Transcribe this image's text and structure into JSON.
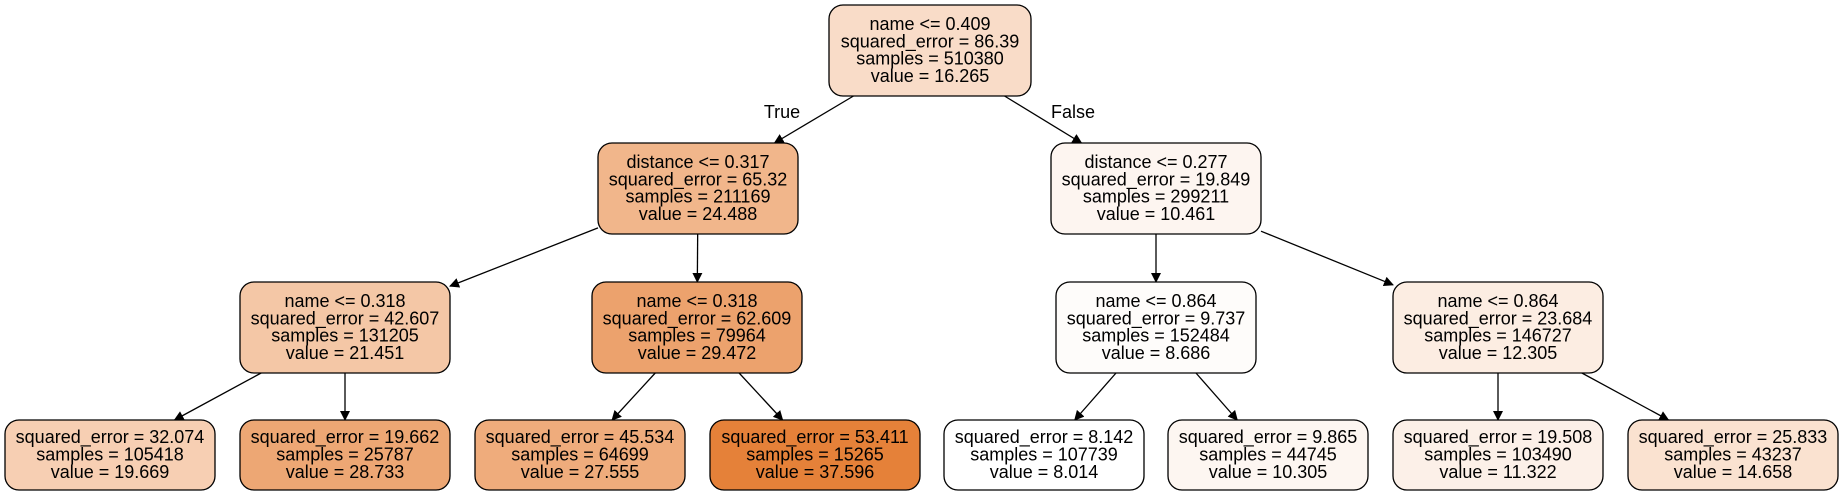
{
  "edge_labels": {
    "true_label": "True",
    "false_label": "False"
  },
  "nodes": [
    {
      "id": "n0",
      "lines": [
        "name <= 0.409",
        "squared_error = 86.39",
        "samples = 510380",
        "value = 16.265"
      ],
      "fill": "#f9dcc8"
    },
    {
      "id": "n1",
      "lines": [
        "distance <= 0.317",
        "squared_error = 65.32",
        "samples = 211169",
        "value = 24.488"
      ],
      "fill": "#f1b68b"
    },
    {
      "id": "n2",
      "lines": [
        "distance <= 0.277",
        "squared_error = 19.849",
        "samples = 299211",
        "value = 10.461"
      ],
      "fill": "#fdf5f0"
    },
    {
      "id": "n3",
      "lines": [
        "name <= 0.318",
        "squared_error = 42.607",
        "samples = 131205",
        "value = 21.451"
      ],
      "fill": "#f4c7a6"
    },
    {
      "id": "n4",
      "lines": [
        "name <= 0.318",
        "squared_error = 62.609",
        "samples = 79964",
        "value = 29.472"
      ],
      "fill": "#eca26d"
    },
    {
      "id": "n5",
      "lines": [
        "name <= 0.864",
        "squared_error = 9.737",
        "samples = 152484",
        "value = 8.686"
      ],
      "fill": "#fefcfa"
    },
    {
      "id": "n6",
      "lines": [
        "name <= 0.864",
        "squared_error = 23.684",
        "samples = 146727",
        "value = 12.305"
      ],
      "fill": "#fcede2"
    },
    {
      "id": "n7",
      "lines": [
        "squared_error = 32.074",
        "samples = 105418",
        "value = 19.669"
      ],
      "fill": "#f7cfb3"
    },
    {
      "id": "n8",
      "lines": [
        "squared_error = 19.662",
        "samples = 25787",
        "value = 28.733"
      ],
      "fill": "#eda774"
    },
    {
      "id": "n9",
      "lines": [
        "squared_error = 45.534",
        "samples = 64699",
        "value = 27.555"
      ],
      "fill": "#efac7c"
    },
    {
      "id": "n10",
      "lines": [
        "squared_error = 53.411",
        "samples = 15265",
        "value = 37.596"
      ],
      "fill": "#e58139"
    },
    {
      "id": "n11",
      "lines": [
        "squared_error = 8.142",
        "samples = 107739",
        "value = 8.014"
      ],
      "fill": "#ffffff"
    },
    {
      "id": "n12",
      "lines": [
        "squared_error = 9.865",
        "samples = 44745",
        "value = 10.305"
      ],
      "fill": "#fdf6f1"
    },
    {
      "id": "n13",
      "lines": [
        "squared_error = 19.508",
        "samples = 103490",
        "value = 11.322"
      ],
      "fill": "#fcf0e8"
    },
    {
      "id": "n14",
      "lines": [
        "squared_error = 25.833",
        "samples = 43237",
        "value = 14.658"
      ],
      "fill": "#fae2d0"
    }
  ],
  "edges": [
    {
      "from": "n0",
      "to": "n1",
      "label": "true_label"
    },
    {
      "from": "n0",
      "to": "n2",
      "label": "false_label"
    },
    {
      "from": "n1",
      "to": "n3"
    },
    {
      "from": "n1",
      "to": "n4"
    },
    {
      "from": "n2",
      "to": "n5"
    },
    {
      "from": "n2",
      "to": "n6"
    },
    {
      "from": "n3",
      "to": "n7"
    },
    {
      "from": "n3",
      "to": "n8"
    },
    {
      "from": "n4",
      "to": "n9"
    },
    {
      "from": "n4",
      "to": "n10"
    },
    {
      "from": "n5",
      "to": "n11"
    },
    {
      "from": "n5",
      "to": "n12"
    },
    {
      "from": "n6",
      "to": "n13"
    },
    {
      "from": "n6",
      "to": "n14"
    }
  ]
}
